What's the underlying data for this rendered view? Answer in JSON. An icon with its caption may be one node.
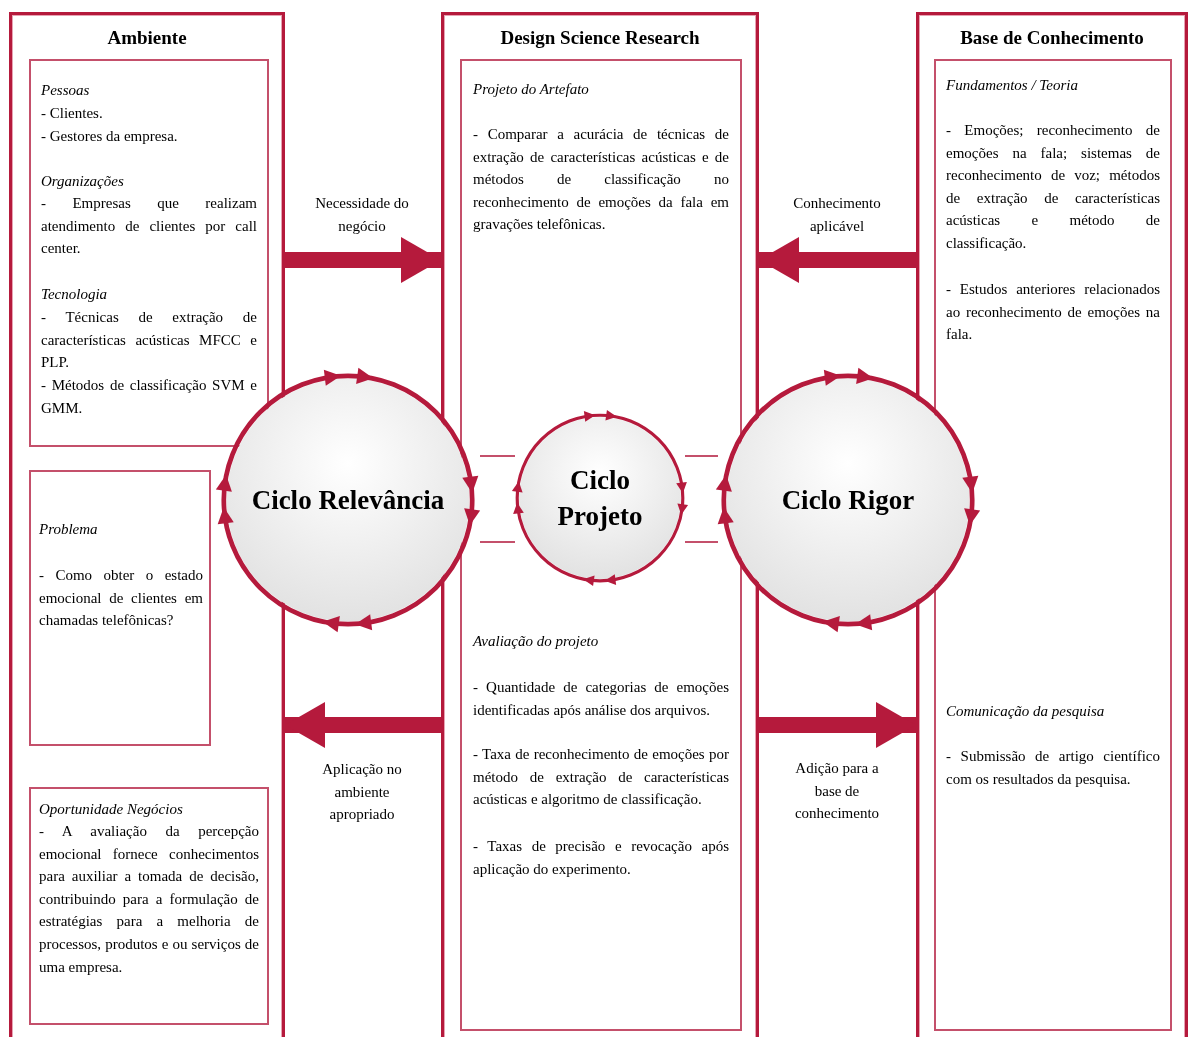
{
  "diagram": {
    "nodes": [
      {
        "text": [
          "Ambiente"
        ]
      },
      {
        "text": [
          "Pessoas",
          "- Clientes.",
          "- Gestores da empresa.",
          "Organizações",
          "- Empresas que realizam atendimento de clientes por call center.",
          "Tecnologia",
          "- Técnicas de extração de características acústicas MFCC e PLP.",
          "- Métodos de classificação SVM e GMM."
        ],
        "in": 0
      },
      {
        "text": [
          "Problema",
          "- Como obter o estado emocional de clientes em chamadas telefônicas?"
        ],
        "in": 0
      },
      {
        "text": [
          "Oportunidade Negócios",
          "- A avaliação da percepção emocional fornece conhecimentos para auxiliar a tomada de decisão, contribuindo para a formulação de estratégias para a melhoria de processos, produtos e ou serviços de uma empresa."
        ],
        "in": 0
      },
      {
        "text": [
          "Design Science Research"
        ]
      },
      {
        "text": [
          "Projeto do Artefato",
          "- Comparar a acurácia de técnicas de extração de características acústicas e de métodos de classificação no reconhecimento de emoções da fala em gravações telefônicas.",
          "Avaliação do projeto",
          "- Quantidade de categorias de emoções identificadas após análise dos arquivos.",
          "- Taxa de reconhecimento de emoções por método de extração de características acústicas e algoritmo de classificação.",
          "- Taxas de precisão e revocação após aplicação do experimento."
        ],
        "in": 4
      },
      {
        "text": [
          "Base de Conhecimento"
        ]
      },
      {
        "text": [
          "Fundamentos / Teoria",
          "- Emoções; reconhecimento de emoções na fala; sistemas de reconhecimento de voz; métodos de extração de características acústicas e método de classificação.",
          "- Estudos anteriores relacionados ao reconhecimento de emoções na fala.",
          "Comunicação da pesquisa",
          "- Submissão de artigo científico com os resultados da pesquisa."
        ],
        "in": 6
      },
      {
        "text": [
          "Ciclo Relevância"
        ]
      },
      {
        "text": [
          "Ciclo Projeto"
        ],
        "in": 5
      },
      {
        "text": [
          "Ciclo Rigor"
        ]
      }
    ],
    "edges": [
      {
        "from": 0,
        "to": 4,
        "arrow": "to",
        "label": "Necessidade do negócio"
      },
      {
        "from": 6,
        "to": 4,
        "arrow": "to",
        "label": "Conhecimento aplicável"
      },
      {
        "from": 4,
        "to": 0,
        "arrow": "to",
        "label": "Aplicação no ambiente apropriado"
      },
      {
        "from": 4,
        "to": 6,
        "arrow": "to",
        "label": "Adição para a base de conhecimento"
      }
    ]
  }
}
